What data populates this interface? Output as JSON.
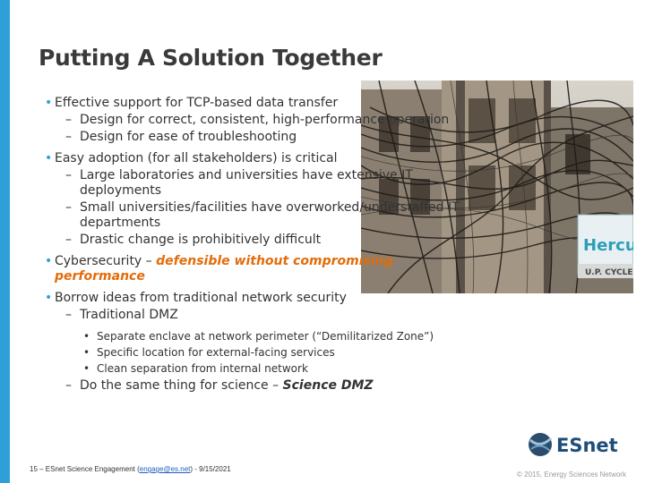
{
  "title": "Putting A Solution Together",
  "bullets": [
    {
      "text": "Effective support for TCP-based data transfer",
      "subs": [
        "Design for correct, consistent, high-performance operation",
        "Design for ease of troubleshooting"
      ]
    },
    {
      "text": "Easy adoption (for all stakeholders) is critical",
      "subs": [
        "Large laboratories and universities have extensive IT deployments",
        "Small universities/facilities have overworked/understaffed IT departments",
        "Drastic change is prohibitively difficult"
      ]
    },
    {
      "text_prefix": "Cybersecurity – ",
      "text_highlight": "defensible without compromising performance"
    },
    {
      "text": "Borrow ideas from traditional network security",
      "sub1": "Traditional DMZ",
      "sub1_items": [
        "Separate enclave at network perimeter (“Demilitarized Zone”)",
        "Specific location for external-facing services",
        "Clean separation from internal network"
      ],
      "sub2_prefix": "Do the same thing for science – ",
      "sub2_emphasis": "Science DMZ"
    }
  ],
  "photo": {
    "sign_text": "Hercul",
    "sign_text2": "U.P. CYCLE"
  },
  "footer": {
    "left_prefix": "15 – ESnet Science Engagement (",
    "left_link": "engage@es.net",
    "left_suffix": ") - 9/15/2021",
    "right": "© 2015, Energy Sciences Network"
  },
  "logo_text": "ESnet",
  "colors": {
    "accent_bar": "#2f9fd8",
    "highlight": "#e36c0a",
    "logo_blue": "#1f4e79"
  }
}
